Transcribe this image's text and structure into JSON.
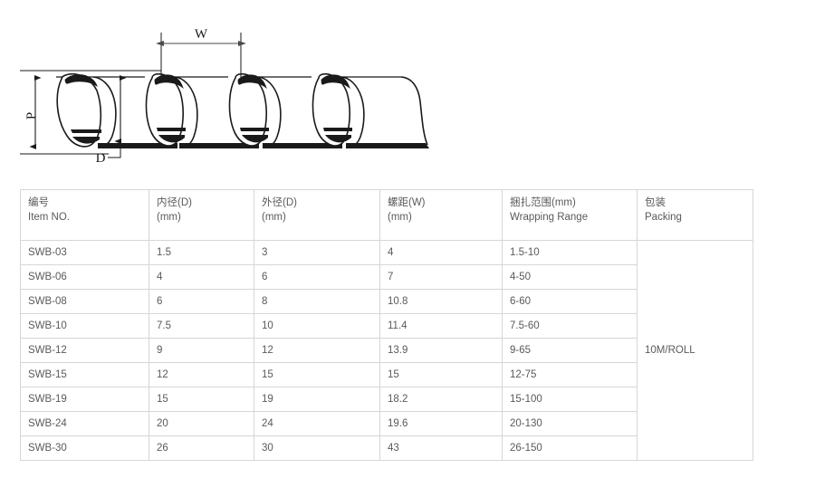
{
  "diagram": {
    "title": "spiral-wrapping-band-cross-section",
    "labels": {
      "outer_diameter": "P",
      "pitch": "W",
      "inner_diameter": "D"
    }
  },
  "table": {
    "columns": [
      {
        "cn": "编号",
        "en": "Item NO."
      },
      {
        "cn": "内径(D)",
        "en": "(mm)"
      },
      {
        "cn": "外径(D)",
        "en": "(mm)"
      },
      {
        "cn": "螺距(W)",
        "en": "(mm)"
      },
      {
        "cn": "捆扎范围(mm)",
        "en": "Wrapping Range"
      },
      {
        "cn": "包装",
        "en": "Packing"
      }
    ],
    "rows": [
      {
        "item": "SWB-03",
        "inner": "1.5",
        "outer": "3",
        "pitch": "4",
        "range": "1.5-10"
      },
      {
        "item": "SWB-06",
        "inner": "4",
        "outer": "6",
        "pitch": "7",
        "range": "4-50"
      },
      {
        "item": "SWB-08",
        "inner": "6",
        "outer": "8",
        "pitch": "10.8",
        "range": "6-60"
      },
      {
        "item": "SWB-10",
        "inner": "7.5",
        "outer": "10",
        "pitch": "11.4",
        "range": "7.5-60"
      },
      {
        "item": "SWB-12",
        "inner": "9",
        "outer": "12",
        "pitch": "13.9",
        "range": "9-65"
      },
      {
        "item": "SWB-15",
        "inner": "12",
        "outer": "15",
        "pitch": "15",
        "range": "12-75"
      },
      {
        "item": "SWB-19",
        "inner": "15",
        "outer": "19",
        "pitch": "18.2",
        "range": "15-100"
      },
      {
        "item": "SWB-24",
        "inner": "20",
        "outer": "24",
        "pitch": "19.6",
        "range": "20-130"
      },
      {
        "item": "SWB-30",
        "inner": "26",
        "outer": "30",
        "pitch": "43",
        "range": "26-150"
      }
    ],
    "packing_value": "10M/ROLL"
  },
  "colors": {
    "text": "#5a5a5a",
    "border": "#d6d6d6",
    "line": "#1a1a1a",
    "background": "#ffffff"
  }
}
